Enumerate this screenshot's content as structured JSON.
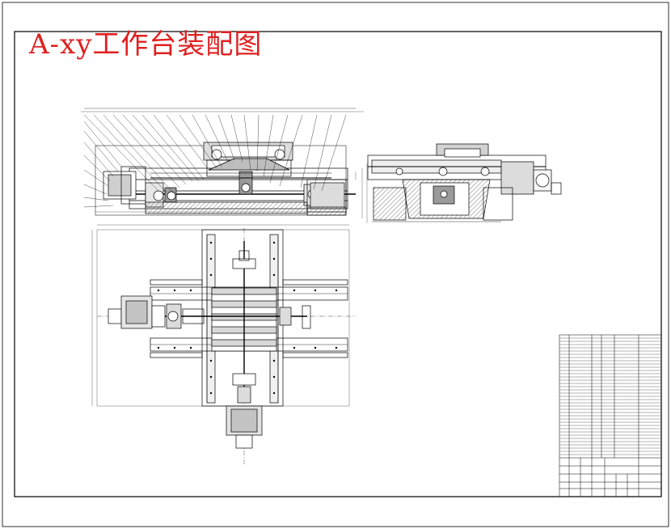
{
  "drawing": {
    "title": "A-xy工作台装配图",
    "stroke_color": "#000000",
    "title_color": "#e02020",
    "hatch_color": "#555555"
  },
  "views": [
    {
      "name": "front-section"
    },
    {
      "name": "side-section"
    },
    {
      "name": "plan-view"
    }
  ],
  "technical_notes": {
    "heading": "",
    "lines": [
      "",
      "",
      "",
      "",
      "",
      ""
    ]
  },
  "parts_list": {
    "rows": 38
  },
  "title_block": {
    "drawing_name": "",
    "sheet_label": ""
  }
}
